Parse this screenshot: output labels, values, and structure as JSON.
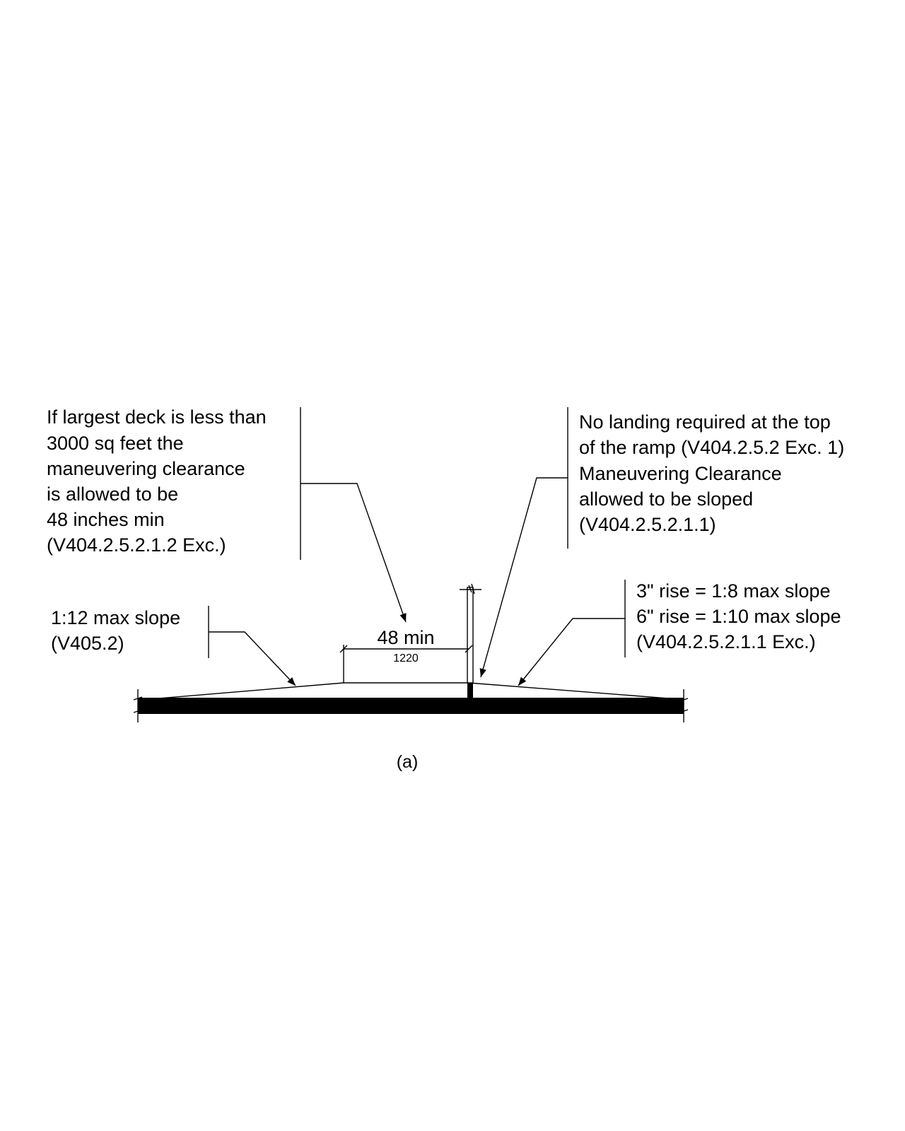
{
  "notes": {
    "deck": [
      "If largest deck is less than",
      "3000 sq feet the",
      "maneuvering clearance",
      "is allowed to be",
      "48 inches min",
      "(V404.2.5.2.1.2 Exc.)"
    ],
    "landing": [
      "No landing required at the top",
      "of the ramp (V404.2.5.2 Exc. 1)",
      "Maneuvering Clearance",
      "allowed to be sloped",
      "(V404.2.5.2.1.1)"
    ],
    "slope_left": [
      "1:12 max slope",
      "(V405.2)"
    ],
    "slope_right": [
      "3\" rise = 1:8 max slope",
      "6\" rise = 1:10 max slope",
      "(V404.2.5.2.1.1 Exc.)"
    ]
  },
  "dimension": {
    "primary": "48 min",
    "secondary": "1220"
  },
  "caption": "(a)"
}
